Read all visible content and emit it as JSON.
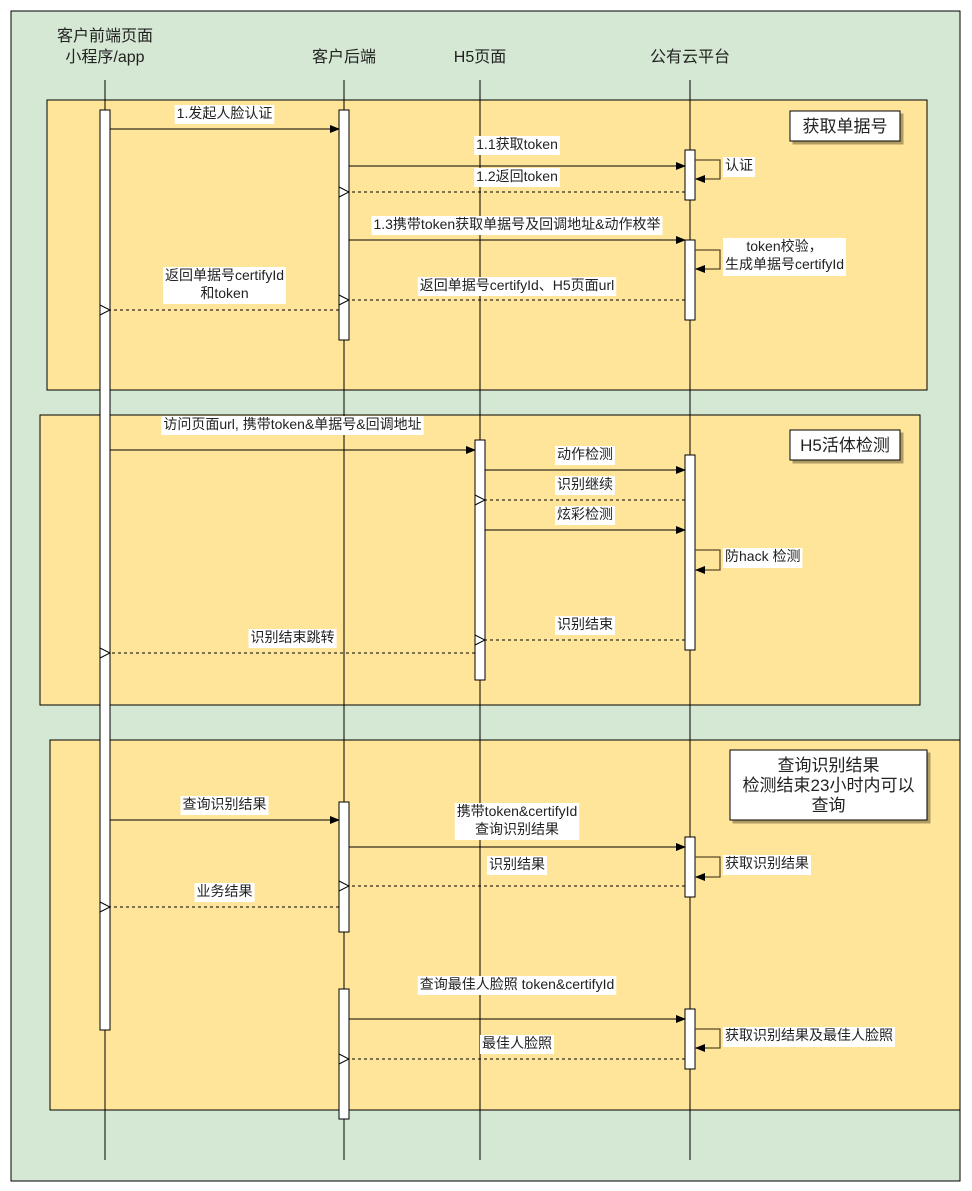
{
  "colors": {
    "background": "#d5e8d4",
    "group_fill": "#ffe599",
    "stroke": "#000000",
    "activation_fill": "#ffffff",
    "label_bg": "#ffffff",
    "self_loop_stroke": "#5a4a2a"
  },
  "participants": [
    {
      "id": "client",
      "label_lines": [
        "客户前端页面",
        "小程序/app"
      ]
    },
    {
      "id": "backend",
      "label_lines": [
        "客户后端"
      ]
    },
    {
      "id": "h5",
      "label_lines": [
        "H5页面"
      ]
    },
    {
      "id": "cloud",
      "label_lines": [
        "公有云平台"
      ]
    }
  ],
  "groups": [
    {
      "id": "get-ticket",
      "title_lines": [
        "获取单据号"
      ]
    },
    {
      "id": "h5-liveness",
      "title_lines": [
        "H5活体检测"
      ]
    },
    {
      "id": "query-result",
      "title_lines": [
        "查询识别结果",
        "检测结束23小时内可以",
        "查询"
      ]
    }
  ],
  "messages": [
    {
      "from": "client",
      "to": "backend",
      "type": "sync",
      "label_lines": [
        "1.发起人脸认证"
      ]
    },
    {
      "from": "backend",
      "to": "cloud",
      "type": "sync",
      "label_lines": [
        "1.1获取token"
      ]
    },
    {
      "from": "cloud",
      "to": "cloud",
      "type": "self",
      "label_lines": [
        "认证"
      ]
    },
    {
      "from": "cloud",
      "to": "backend",
      "type": "return",
      "label_lines": [
        "1.2返回token"
      ]
    },
    {
      "from": "backend",
      "to": "cloud",
      "type": "sync",
      "label_lines": [
        "1.3携带token获取单据号及回调地址&动作枚举"
      ]
    },
    {
      "from": "cloud",
      "to": "cloud",
      "type": "self",
      "label_lines": [
        "token校验，",
        "生成单据号certifyId"
      ]
    },
    {
      "from": "cloud",
      "to": "backend",
      "type": "return",
      "label_lines": [
        "返回单据号certifyId、H5页面url"
      ]
    },
    {
      "from": "backend",
      "to": "client",
      "type": "return",
      "label_lines": [
        "返回单据号certifyId",
        "和token"
      ]
    },
    {
      "from": "client",
      "to": "h5",
      "type": "sync",
      "label_lines": [
        "访问页面url, 携带token&单据号&回调地址"
      ]
    },
    {
      "from": "h5",
      "to": "cloud",
      "type": "sync",
      "label_lines": [
        "动作检测"
      ]
    },
    {
      "from": "cloud",
      "to": "h5",
      "type": "return",
      "label_lines": [
        "识别继续"
      ]
    },
    {
      "from": "h5",
      "to": "cloud",
      "type": "sync",
      "label_lines": [
        "炫彩检测"
      ]
    },
    {
      "from": "cloud",
      "to": "cloud",
      "type": "self",
      "label_lines": [
        "防hack 检测"
      ]
    },
    {
      "from": "cloud",
      "to": "h5",
      "type": "return",
      "label_lines": [
        "识别结束"
      ]
    },
    {
      "from": "h5",
      "to": "client",
      "type": "return",
      "label_lines": [
        "识别结束跳转"
      ]
    },
    {
      "from": "client",
      "to": "backend",
      "type": "sync",
      "label_lines": [
        "查询识别结果"
      ]
    },
    {
      "from": "backend",
      "to": "cloud",
      "type": "sync",
      "label_lines": [
        "携带token&certifyId",
        "查询识别结果"
      ]
    },
    {
      "from": "cloud",
      "to": "cloud",
      "type": "self",
      "label_lines": [
        "获取识别结果"
      ]
    },
    {
      "from": "cloud",
      "to": "backend",
      "type": "return",
      "label_lines": [
        "识别结果"
      ]
    },
    {
      "from": "backend",
      "to": "client",
      "type": "return",
      "label_lines": [
        "业务结果"
      ]
    },
    {
      "from": "backend",
      "to": "cloud",
      "type": "sync",
      "label_lines": [
        "查询最佳人脸照 token&certifyId"
      ]
    },
    {
      "from": "cloud",
      "to": "cloud",
      "type": "self",
      "label_lines": [
        "获取识别结果及最佳人脸照"
      ]
    },
    {
      "from": "cloud",
      "to": "backend",
      "type": "return",
      "label_lines": [
        "最佳人脸照"
      ]
    }
  ]
}
